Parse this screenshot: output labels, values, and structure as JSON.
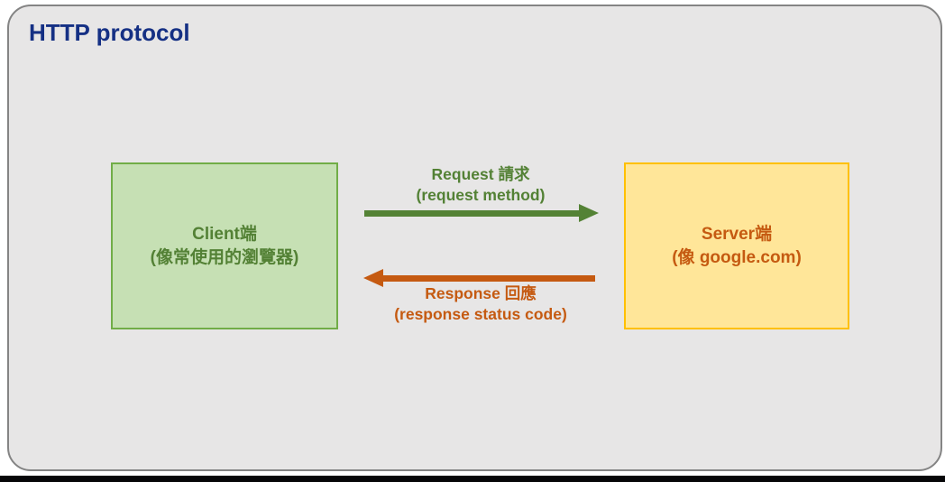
{
  "title": "HTTP protocol",
  "diagram": {
    "client": {
      "line1": "Client端",
      "line2": "(像常使用的瀏覽器)"
    },
    "server": {
      "line1": "Server端",
      "line2": "(像 google.com)"
    },
    "request": {
      "line1": "Request 請求",
      "line2": "(request method)",
      "direction": "client-to-server"
    },
    "response": {
      "line1": "Response 回應",
      "line2": "(response status code)",
      "direction": "server-to-client"
    }
  },
  "colors": {
    "title_text": "#153084",
    "client_fill": "#c6e0b4",
    "client_border": "#71ad47",
    "client_text": "#538135",
    "server_fill": "#ffe699",
    "server_border": "#ffc000",
    "server_text": "#c55a11",
    "request_arrow": "#548235",
    "response_arrow": "#c55a11",
    "slide_background": "#e7e6e6",
    "slide_border": "#848484",
    "bottom_bar": "#060608"
  }
}
